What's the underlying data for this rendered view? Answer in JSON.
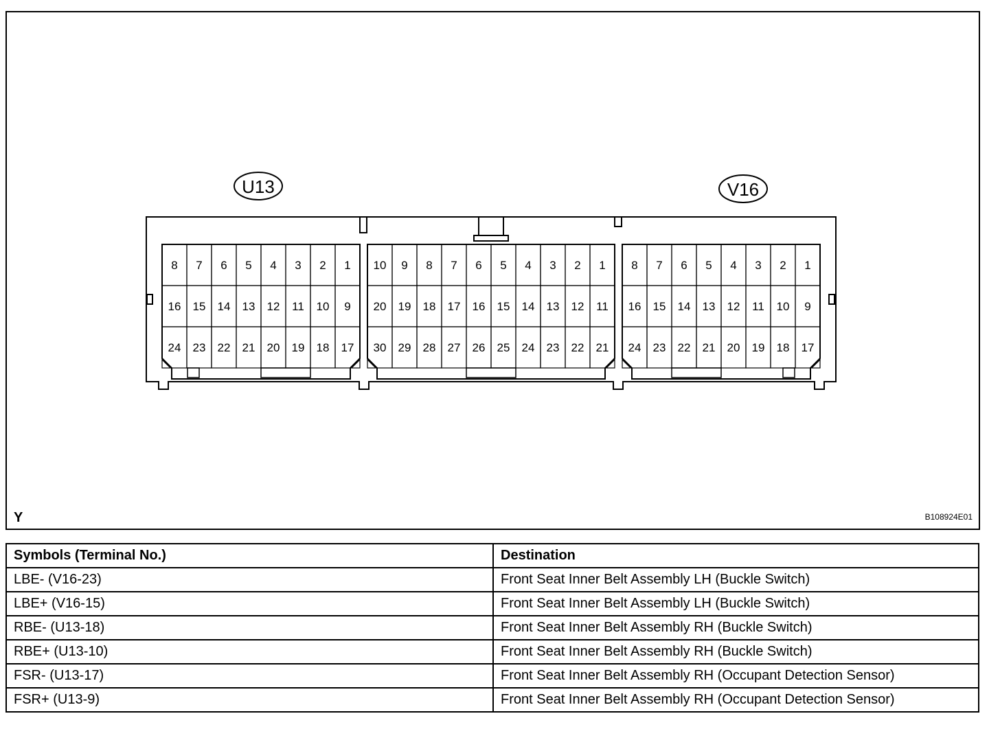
{
  "diagram": {
    "corner_letter": "Y",
    "figure_id": "B108924E01",
    "connectors": [
      {
        "name": "U13",
        "rows": [
          [
            "8",
            "7",
            "6",
            "5",
            "4",
            "3",
            "2",
            "1"
          ],
          [
            "16",
            "15",
            "14",
            "13",
            "12",
            "11",
            "10",
            "9"
          ],
          [
            "24",
            "23",
            "22",
            "21",
            "20",
            "19",
            "18",
            "17"
          ]
        ]
      },
      {
        "name": "",
        "rows": [
          [
            "10",
            "9",
            "8",
            "7",
            "6",
            "5",
            "4",
            "3",
            "2",
            "1"
          ],
          [
            "20",
            "19",
            "18",
            "17",
            "16",
            "15",
            "14",
            "13",
            "12",
            "11"
          ],
          [
            "30",
            "29",
            "28",
            "27",
            "26",
            "25",
            "24",
            "23",
            "22",
            "21"
          ]
        ]
      },
      {
        "name": "V16",
        "rows": [
          [
            "8",
            "7",
            "6",
            "5",
            "4",
            "3",
            "2",
            "1"
          ],
          [
            "16",
            "15",
            "14",
            "13",
            "12",
            "11",
            "10",
            "9"
          ],
          [
            "24",
            "23",
            "22",
            "21",
            "20",
            "19",
            "18",
            "17"
          ]
        ]
      }
    ]
  },
  "table": {
    "headers": [
      "Symbols (Terminal No.)",
      "Destination"
    ],
    "rows": [
      [
        "LBE- (V16-23)",
        "Front Seat Inner Belt Assembly LH (Buckle Switch)"
      ],
      [
        "LBE+ (V16-15)",
        "Front Seat Inner Belt Assembly LH (Buckle Switch)"
      ],
      [
        "RBE- (U13-18)",
        "Front Seat Inner Belt Assembly RH (Buckle Switch)"
      ],
      [
        "RBE+ (U13-10)",
        "Front Seat Inner Belt Assembly RH (Buckle Switch)"
      ],
      [
        "FSR- (U13-17)",
        "Front Seat Inner Belt Assembly RH (Occupant Detection Sensor)"
      ],
      [
        "FSR+ (U13-9)",
        "Front Seat Inner Belt Assembly RH (Occupant Detection Sensor)"
      ]
    ]
  }
}
